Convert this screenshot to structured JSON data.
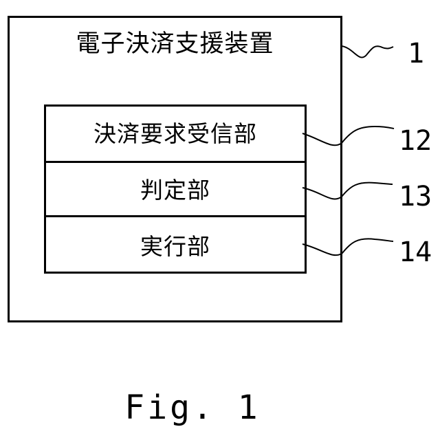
{
  "device": {
    "title": "電子決済支援装置",
    "ref": "1"
  },
  "units": [
    {
      "label": "決済要求受信部",
      "ref": "12"
    },
    {
      "label": "判定部",
      "ref": "13"
    },
    {
      "label": "実行部",
      "ref": "14"
    }
  ],
  "caption": "Fig. 1"
}
